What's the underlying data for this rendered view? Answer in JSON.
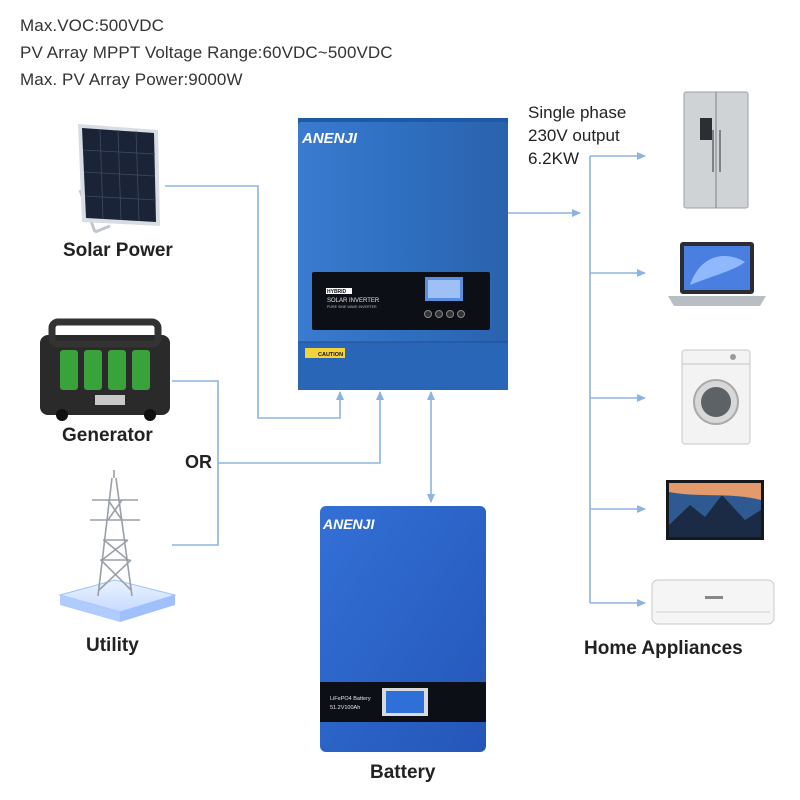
{
  "specs": {
    "max_voc": "Max.VOC:500VDC",
    "mppt_range": "PV Array MPPT Voltage Range:60VDC~500VDC",
    "max_pv_power": "Max. PV Array Power:9000W"
  },
  "sources": {
    "solar": "Solar Power",
    "generator": "Generator",
    "or": "OR",
    "utility": "Utility"
  },
  "inverter": {
    "brand": "ANENJI",
    "badge": "HYBRID",
    "model_line1": "SOLAR INVERTER",
    "model_line2": "PURE SINE WAVE INVERTER",
    "caution": "CAUTION"
  },
  "output": {
    "line1": "Single phase",
    "line2": "230V output",
    "line3": "6.2KW"
  },
  "appliances": {
    "title": "Home Appliances",
    "items": [
      "refrigerator",
      "laptop",
      "washing-machine",
      "television",
      "air-conditioner"
    ]
  },
  "battery": {
    "brand": "ANENJI",
    "label_line1": "LiFePO4 Battery",
    "label_line2": "51.2V100Ah",
    "caption": "Battery"
  },
  "colors": {
    "arrow": "#8db3e2",
    "inverter_blue": "#2f6fc0",
    "battery_blue": "#2d66cc"
  }
}
